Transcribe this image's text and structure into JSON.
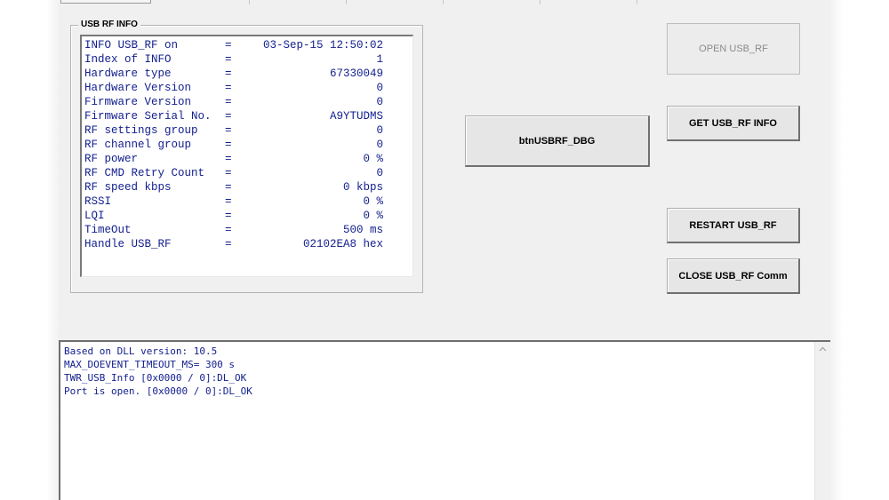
{
  "group": {
    "title": "USB RF INFO",
    "rows": [
      {
        "label": "INFO USB_RF on",
        "eq": "=",
        "value": "03-Sep-15 12:50:02"
      },
      {
        "label": "Index of INFO",
        "eq": "=",
        "value": "1"
      },
      {
        "label": "Hardware type",
        "eq": "=",
        "value": "67330049"
      },
      {
        "label": "Hardware Version",
        "eq": "=",
        "value": "0"
      },
      {
        "label": "Firmware Version",
        "eq": "=",
        "value": "0"
      },
      {
        "label": "Firmware Serial No.",
        "eq": "=",
        "value": "A9YTUDMS"
      },
      {
        "label": "RF settings group",
        "eq": "=",
        "value": "0"
      },
      {
        "label": "RF channel group",
        "eq": "=",
        "value": "0"
      },
      {
        "label": "RF power",
        "eq": "=",
        "value": "0 %"
      },
      {
        "label": "RF CMD Retry Count",
        "eq": "=",
        "value": "0"
      },
      {
        "label": "RF speed kbps",
        "eq": "=",
        "value": "0 kbps"
      },
      {
        "label": "RSSI",
        "eq": "=",
        "value": "0 %"
      },
      {
        "label": "LQI",
        "eq": "=",
        "value": "0 %"
      },
      {
        "label": "TimeOut",
        "eq": "=",
        "value": "500 ms"
      },
      {
        "label": "Handle USB_RF",
        "eq": "=",
        "value": "02102EA8 hex"
      }
    ]
  },
  "buttons": {
    "open": "OPEN USB_RF",
    "get_info": "GET USB_RF INFO",
    "debug": "btnUSBRF_DBG",
    "restart": "RESTART USB_RF",
    "close": "CLOSE USB_RF Comm"
  },
  "log": {
    "lines": [
      "Based on DLL version: 10.5",
      "MAX_DOEVENT_TIMEOUT_MS= 300 s",
      "TWR_USB_Info [0x0000 / 0]:DL_OK",
      "Port is open. [0x0000 / 0]:DL_OK"
    ]
  },
  "icons": {
    "scroll_up": "chevron-up-icon"
  }
}
